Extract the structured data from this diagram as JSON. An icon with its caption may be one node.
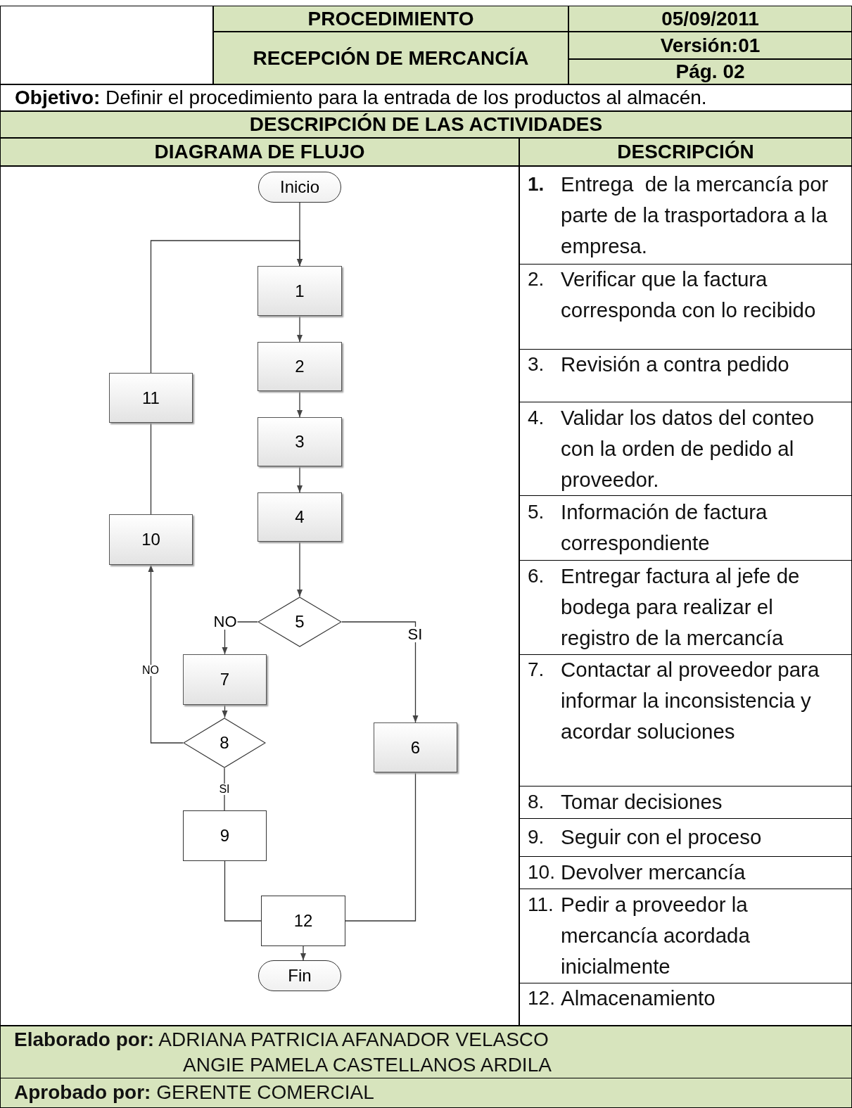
{
  "diagram": {
    "nodes": [
      {
        "text": [
          "Inicio"
        ]
      },
      {
        "text": [
          "1"
        ]
      },
      {
        "text": [
          "2"
        ]
      },
      {
        "text": [
          "3"
        ]
      },
      {
        "text": [
          "4"
        ]
      },
      {
        "text": [
          "5"
        ]
      },
      {
        "text": [
          "6"
        ]
      },
      {
        "text": [
          "7"
        ]
      },
      {
        "text": [
          "8"
        ]
      },
      {
        "text": [
          "9"
        ]
      },
      {
        "text": [
          "10"
        ]
      },
      {
        "text": [
          "11"
        ]
      },
      {
        "text": [
          "12"
        ]
      },
      {
        "text": [
          "Fin"
        ]
      }
    ],
    "edges": [
      {
        "from": 0,
        "to": 1,
        "arrow": "to"
      },
      {
        "from": 1,
        "to": 2,
        "arrow": "to"
      },
      {
        "from": 2,
        "to": 3,
        "arrow": "to"
      },
      {
        "from": 3,
        "to": 4,
        "arrow": "to"
      },
      {
        "from": 4,
        "to": 5,
        "arrow": "to"
      },
      {
        "from": 5,
        "to": 7,
        "arrow": "to",
        "label": "NO"
      },
      {
        "from": 5,
        "to": 6,
        "arrow": "to",
        "label": "SI"
      },
      {
        "from": 7,
        "to": 8,
        "arrow": "to"
      },
      {
        "from": 8,
        "to": 10,
        "arrow": "to",
        "label": "NO"
      },
      {
        "from": 8,
        "to": 9,
        "arrow": "none",
        "label": "SI"
      },
      {
        "from": 10,
        "to": 11,
        "arrow": "none"
      },
      {
        "from": 11,
        "to": 1,
        "arrow": "to"
      },
      {
        "from": 9,
        "to": 12,
        "arrow": "none"
      },
      {
        "from": 6,
        "to": 12,
        "arrow": "none"
      },
      {
        "from": 12,
        "to": 13,
        "arrow": "to"
      }
    ],
    "labels": [
      "PROCEDIMIENTO",
      "05/09/2011",
      "RECEPCIÓN DE MERCANCÍA",
      "Versión:01",
      "Pág. 02",
      "**Objetivo:** Definir el procedimiento para la entrada de los productos al almacén.",
      "DESCRIPCIÓN DE LAS ACTIVIDADES",
      "DIAGRAMA DE FLUJO",
      "DESCRIPCIÓN",
      "**1.**",
      "Entrega  de la mercancía por parte de la trasportadora a la empresa.",
      "2.",
      "Verificar que la factura corresponda con lo recibido",
      "3.",
      "Revisión a contra pedido",
      "4.",
      "Validar los datos del conteo con la orden de pedido al proveedor.",
      "5.",
      "Información de factura correspondiente",
      "6.",
      "Entregar factura al jefe de bodega para realizar el registro de la mercancía",
      "7.",
      "Contactar al proveedor para informar la inconsistencia y acordar soluciones",
      "8.",
      "Tomar decisiones",
      "9.",
      "Seguir con el proceso",
      "10.",
      "Devolver mercancía",
      "11.",
      "Pedir a proveedor la mercancía acordada inicialmente",
      "12.",
      "Almacenamiento",
      "**Elaborado por:** ADRIANA PATRICIA AFANADOR VELASCO",
      "ANGIE PAMELA CASTELLANOS ARDILA",
      "**Aprobado por:** GERENTE COMERCIAL"
    ]
  }
}
